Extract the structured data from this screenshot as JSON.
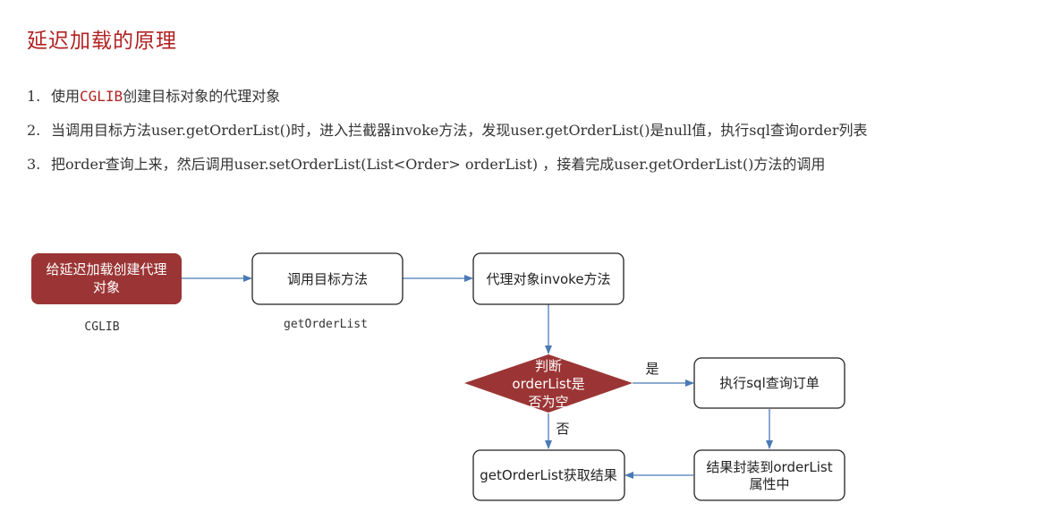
{
  "title": "延迟加载的原理",
  "steps": [
    {
      "num": "1.",
      "pre": "使用",
      "code": "CGLIB",
      "post": "创建目标对象的代理对象"
    },
    {
      "num": "2.",
      "text": "当调用目标方法user.getOrderList()时，进入拦截器invoke方法，发现user.getOrderList()是null值，执行sql查询order列表"
    },
    {
      "num": "3.",
      "text": "把order查询上来，然后调用user.setOrderList(List<Order> orderList) ，接着完成user.getOrderList()方法的调用"
    }
  ],
  "diagram": {
    "node_create_proxy": [
      "给延迟加载创建代理",
      "对象"
    ],
    "caption_cglib": "CGLIB",
    "node_call_method": "调用目标方法",
    "caption_getorderlist": "getOrderList",
    "node_invoke": "代理对象invoke方法",
    "node_decision": [
      "判断",
      "orderList是",
      "否为空"
    ],
    "label_yes": "是",
    "label_no": "否",
    "node_sql": "执行sql查询订单",
    "node_wrap": [
      "结果封装到orderList",
      "属性中"
    ],
    "node_result": "getOrderList获取结果",
    "colors": {
      "accent": "#9b3535",
      "arrow": "#4a7ab5",
      "border": "#222222"
    }
  }
}
